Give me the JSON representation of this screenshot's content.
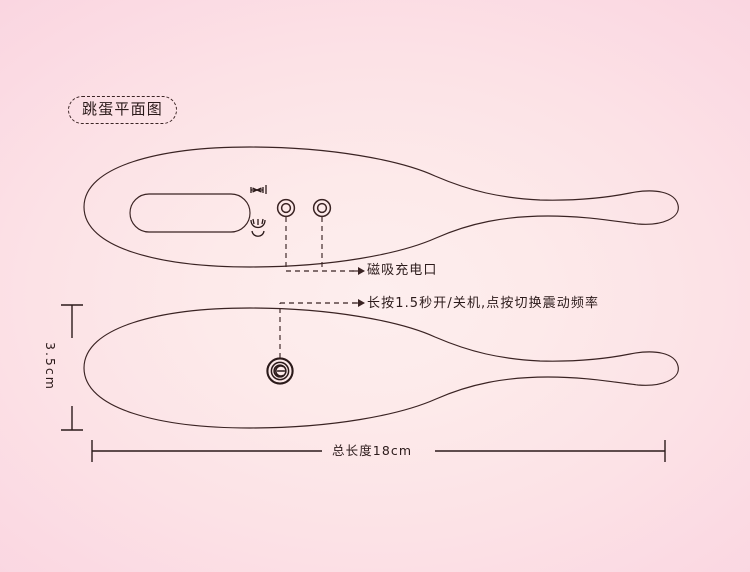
{
  "page": {
    "title_badge": "跳蛋平面图",
    "bg_center_color": "#fdeaea",
    "bg_edge_color": "#fad5e0",
    "line_color": "#3a2323",
    "text_color": "#2b1a1a"
  },
  "callouts": {
    "charging_port": "磁吸充电口",
    "power_button": "长按1.5秒开/关机,点按切换震动频率"
  },
  "dimensions": {
    "length_label": "总长度18cm",
    "height_label": "3.5cm"
  },
  "icons": {
    "charge_contact_1": "charging-contact-icon",
    "charge_contact_2": "charging-contact-icon",
    "power_symbol": "power-button-icon",
    "marking_top": "marking-glyph-icon",
    "marking_bottom": "marking-glyph-icon"
  }
}
